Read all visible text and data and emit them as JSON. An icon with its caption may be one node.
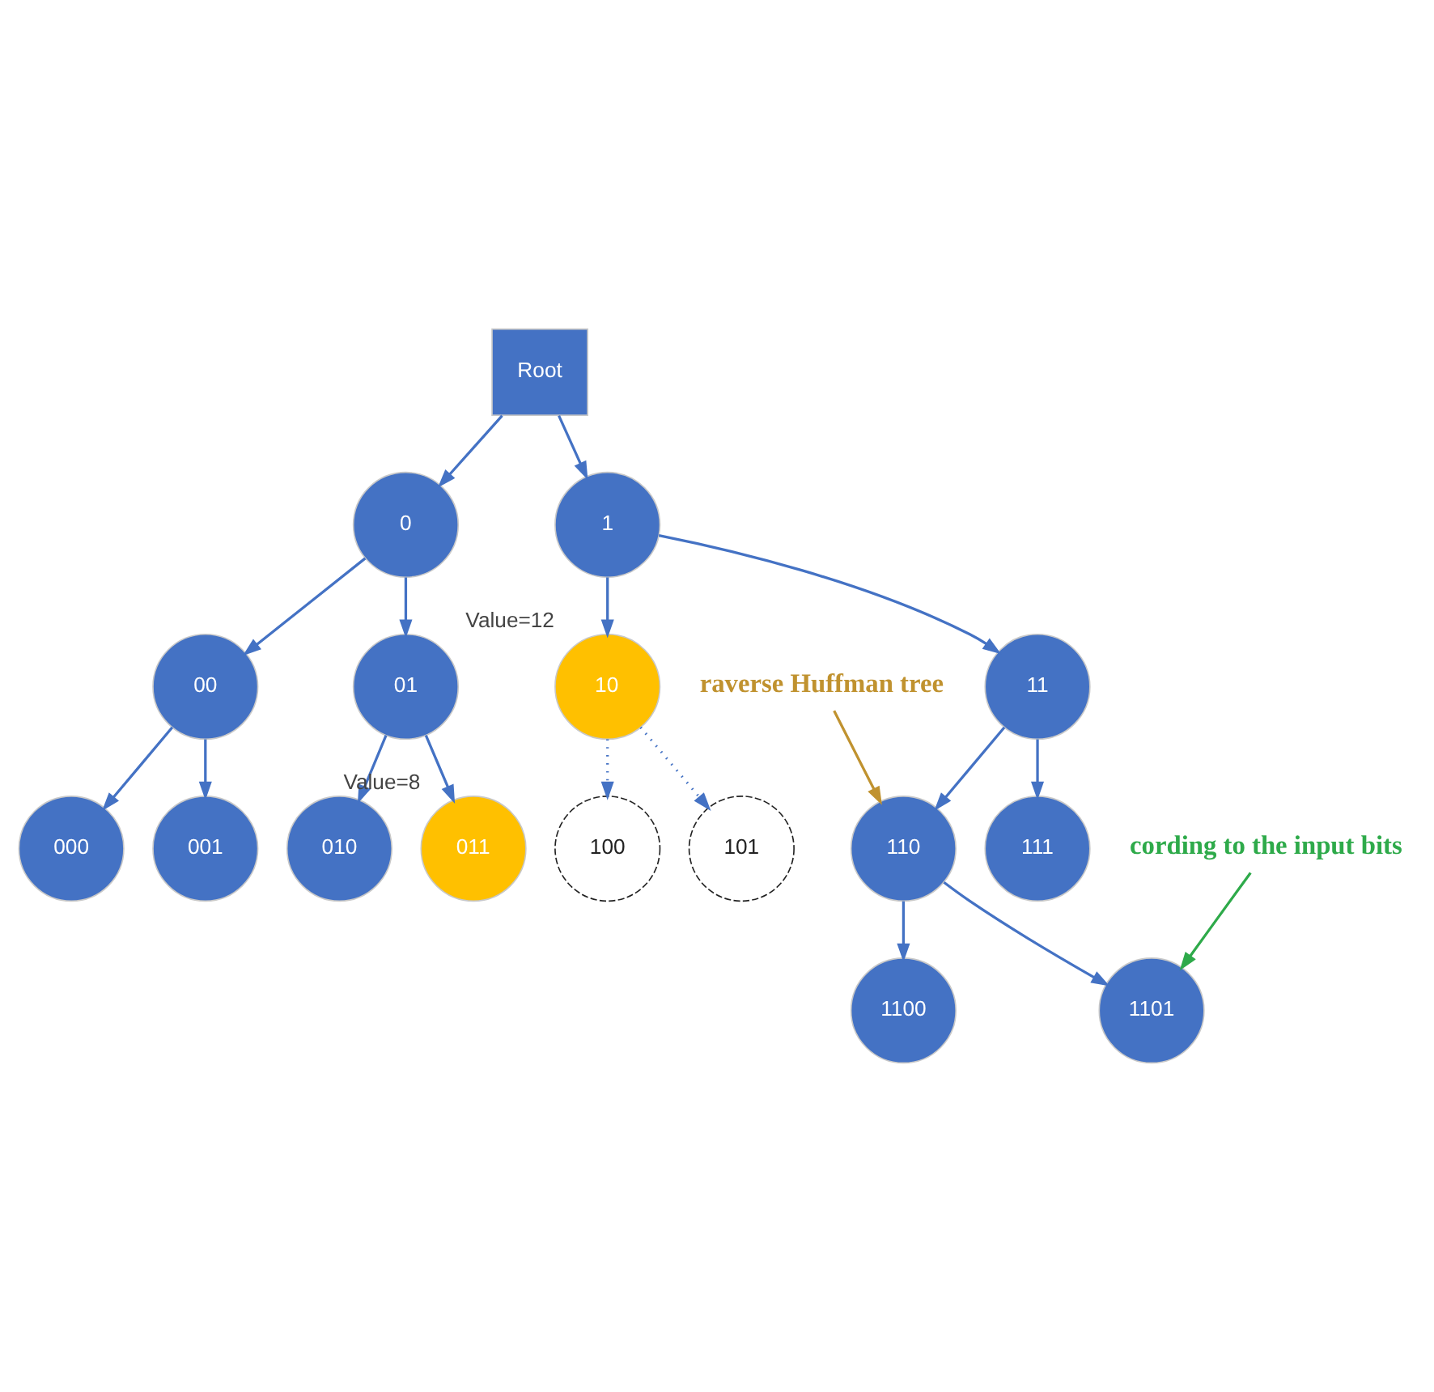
{
  "diagram": {
    "nodes": [
      {
        "text": [
          "Root"
        ]
      },
      {
        "text": [
          "0"
        ]
      },
      {
        "text": [
          "1"
        ]
      },
      {
        "text": [
          "00"
        ]
      },
      {
        "text": [
          "01"
        ]
      },
      {
        "text": [
          "10"
        ],
        "beside": [
          "Value=12"
        ]
      },
      {
        "text": [
          "11"
        ]
      },
      {
        "text": [
          "000"
        ]
      },
      {
        "text": [
          "001"
        ]
      },
      {
        "text": [
          "010"
        ]
      },
      {
        "text": [
          "011"
        ],
        "beside": [
          "Value=8"
        ]
      },
      {
        "text": [
          "100"
        ]
      },
      {
        "text": [
          "101"
        ]
      },
      {
        "text": [
          "110"
        ]
      },
      {
        "text": [
          "111"
        ]
      },
      {
        "text": [
          "1100"
        ]
      },
      {
        "text": [
          "1101"
        ]
      },
      {
        "text": [
          "raverse Huffman tree"
        ]
      },
      {
        "text": [
          "cording to the input bits"
        ]
      }
    ],
    "edges": [
      {
        "from": 0,
        "to": 1,
        "arrow": "to"
      },
      {
        "from": 0,
        "to": 2,
        "arrow": "to"
      },
      {
        "from": 1,
        "to": 3,
        "arrow": "to"
      },
      {
        "from": 1,
        "to": 4,
        "arrow": "to"
      },
      {
        "from": 2,
        "to": 5,
        "arrow": "to"
      },
      {
        "from": 2,
        "to": 6,
        "arrow": "to"
      },
      {
        "from": 3,
        "to": 7,
        "arrow": "to"
      },
      {
        "from": 3,
        "to": 8,
        "arrow": "to"
      },
      {
        "from": 4,
        "to": 9,
        "arrow": "to"
      },
      {
        "from": 4,
        "to": 10,
        "arrow": "to"
      },
      {
        "from": 5,
        "to": 11,
        "arrow": "to",
        "style": "dashed"
      },
      {
        "from": 5,
        "to": 12,
        "arrow": "to",
        "style": "dashed"
      },
      {
        "from": 6,
        "to": 13,
        "arrow": "to"
      },
      {
        "from": 6,
        "to": 14,
        "arrow": "to"
      },
      {
        "from": 13,
        "to": 15,
        "arrow": "to"
      },
      {
        "from": 13,
        "to": 16,
        "arrow": "to"
      },
      {
        "from": 17,
        "to": 13,
        "arrow": "to",
        "color": "#c0922f"
      },
      {
        "from": 18,
        "to": 16,
        "arrow": "to",
        "color": "#2eaa4a"
      }
    ]
  }
}
